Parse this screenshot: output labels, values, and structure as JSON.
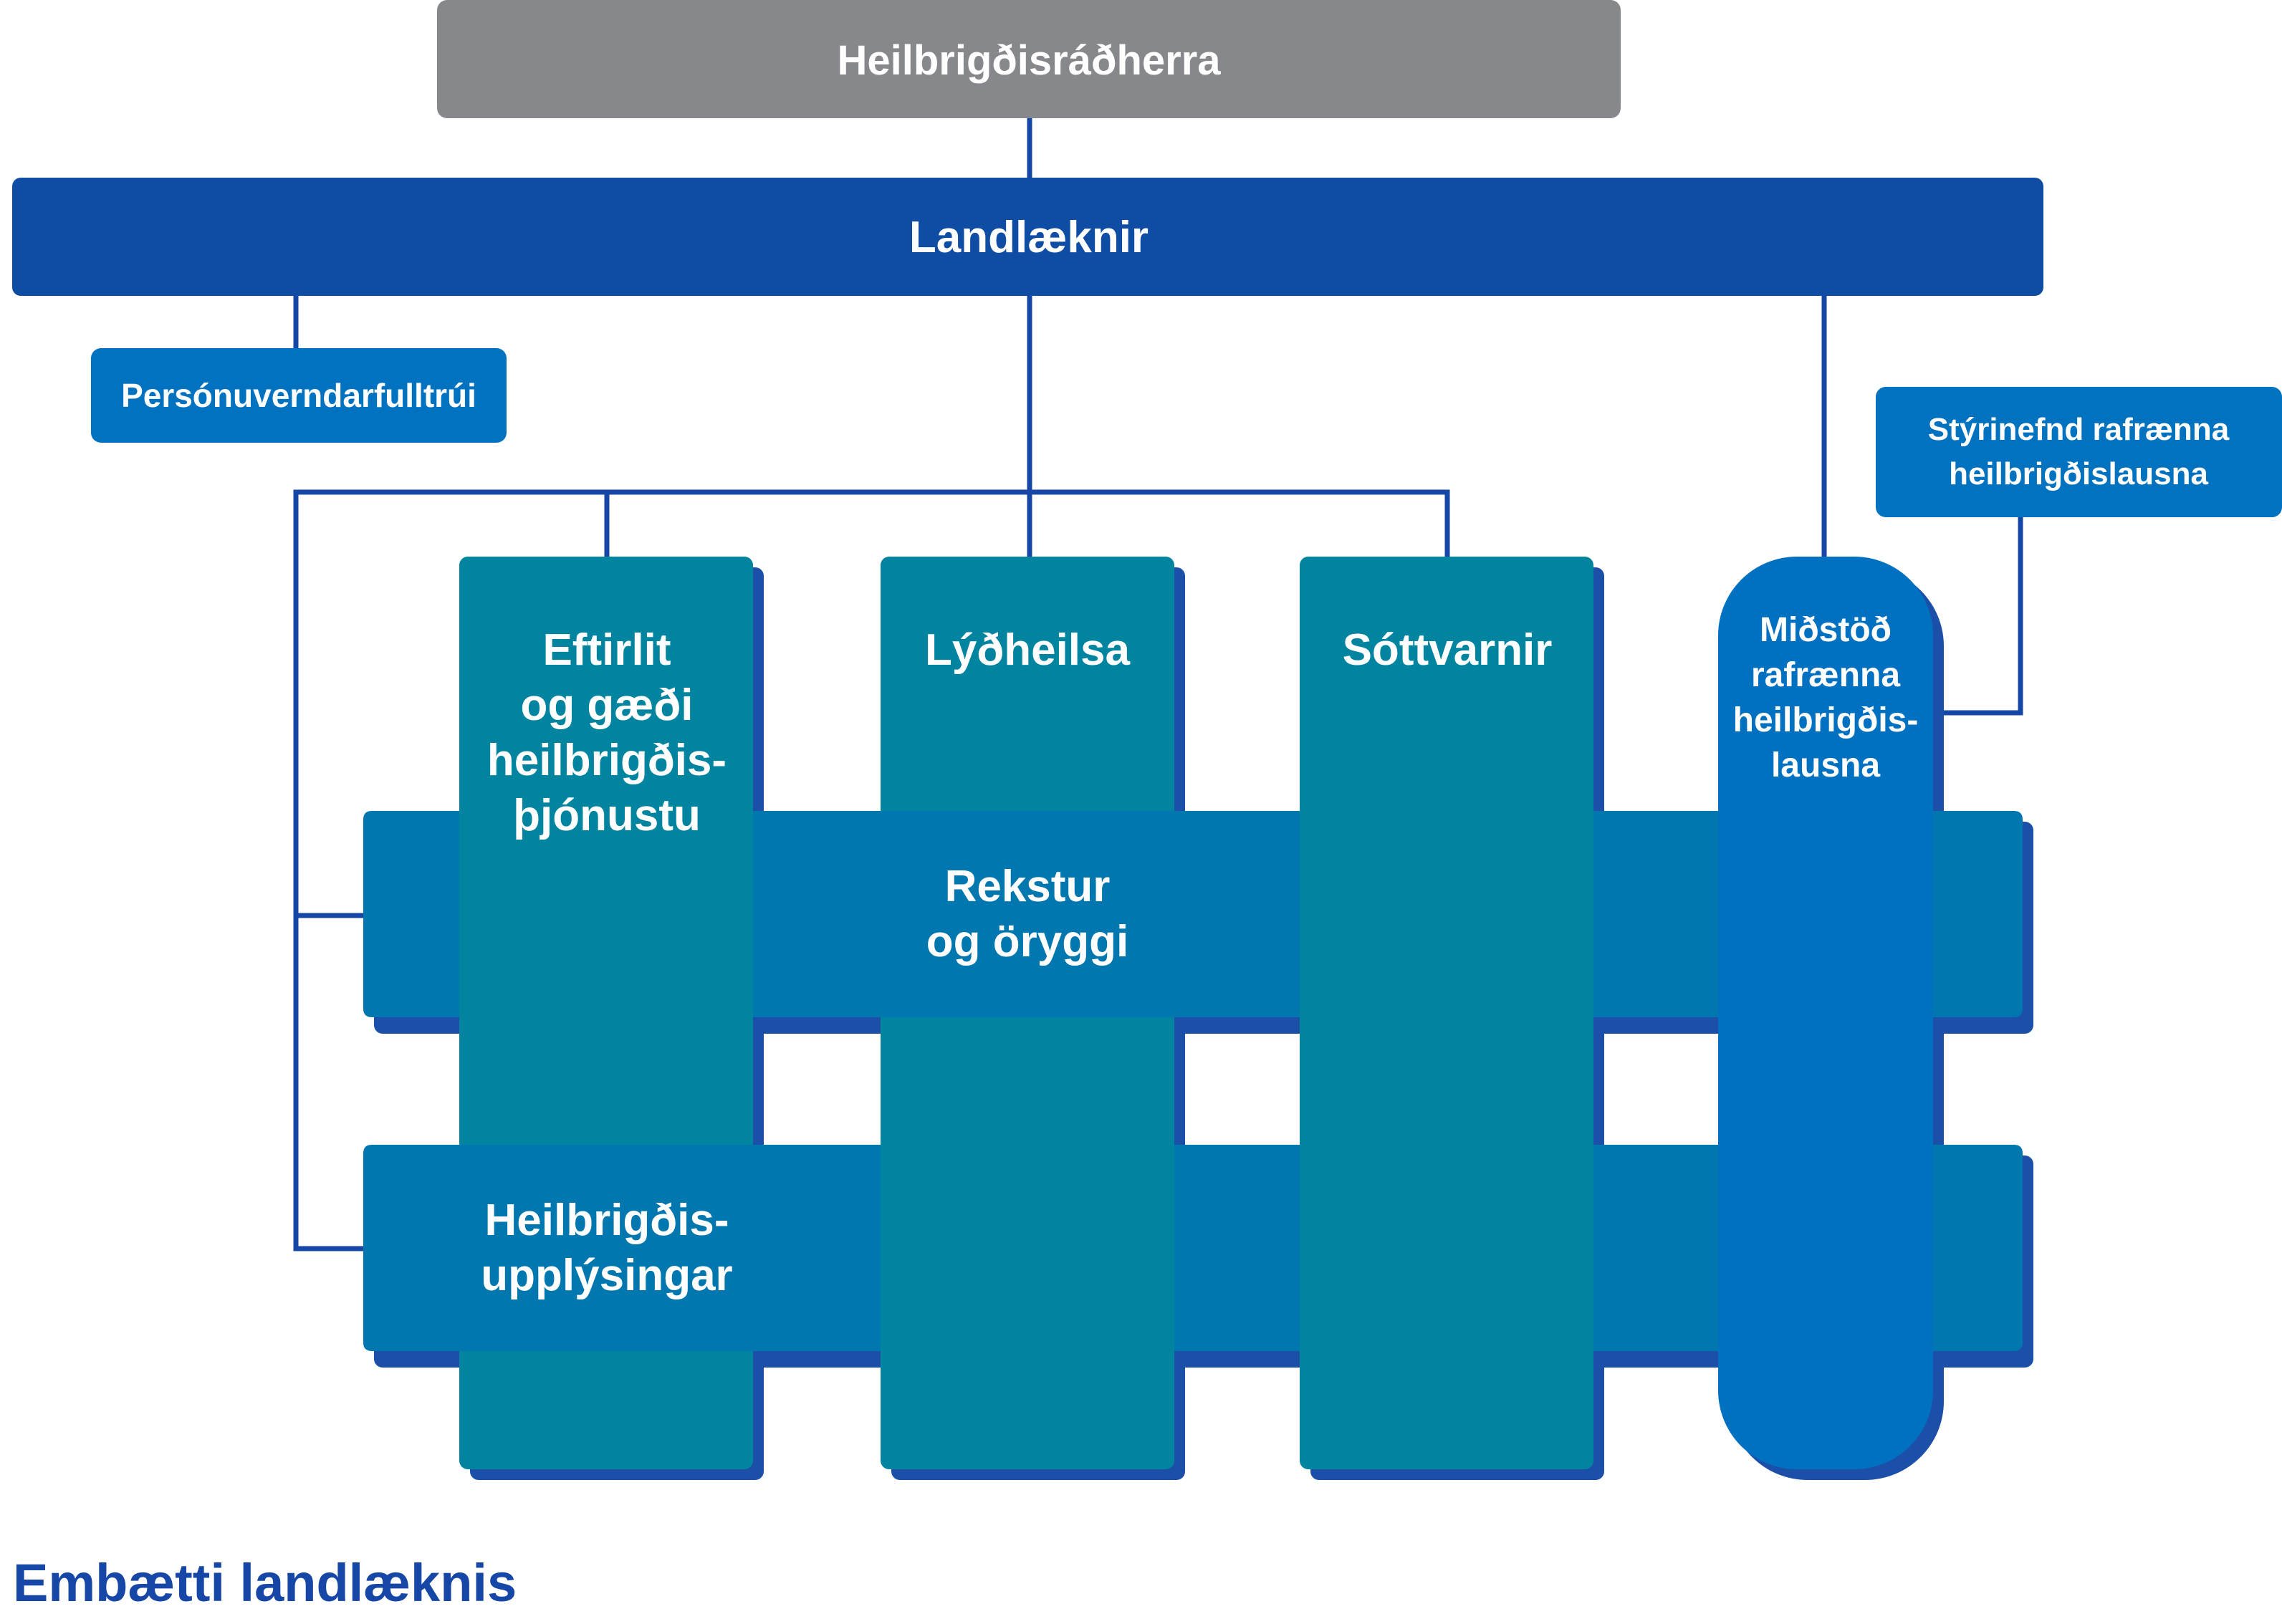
{
  "minister": {
    "label": "Heilbrigðisráðherra"
  },
  "director": {
    "label": "Landlæknir"
  },
  "data_protection_officer": {
    "label": "Persónuverndarfulltrúi"
  },
  "steering_committee": {
    "lines": [
      "Stýrinefnd rafrænna",
      "heilbrigðislausna"
    ]
  },
  "divisions": [
    {
      "key": "eftirlit",
      "lines": [
        "Eftirlit",
        "og gæði",
        "heilbrigðis-",
        "þjónustu"
      ]
    },
    {
      "key": "lydheilsa",
      "lines": [
        "Lýðheilsa"
      ]
    },
    {
      "key": "sottvarnir",
      "lines": [
        "Sóttvarnir"
      ]
    }
  ],
  "ehealth_centre": {
    "lines": [
      "Miðstöð",
      "rafrænna",
      "heilbrigðis-",
      "lausna"
    ]
  },
  "cross_units": [
    {
      "key": "rekstur",
      "lines": [
        "Rekstur",
        "og öryggi"
      ]
    },
    {
      "key": "upplysingar",
      "lines": [
        "Heilbrigðis-",
        "upplýsingar"
      ]
    }
  ],
  "footer": {
    "title": "Embætti landlæknis"
  },
  "colors": {
    "minister": "#86888b",
    "director": "#0f4ca3",
    "line": "#1747a6",
    "shadow": "#1c4fa8",
    "teal": "#00849f",
    "band": "#0077ae",
    "small_box": "#0072c0",
    "ehealth": "#0070c0",
    "title": "#1747a6"
  }
}
